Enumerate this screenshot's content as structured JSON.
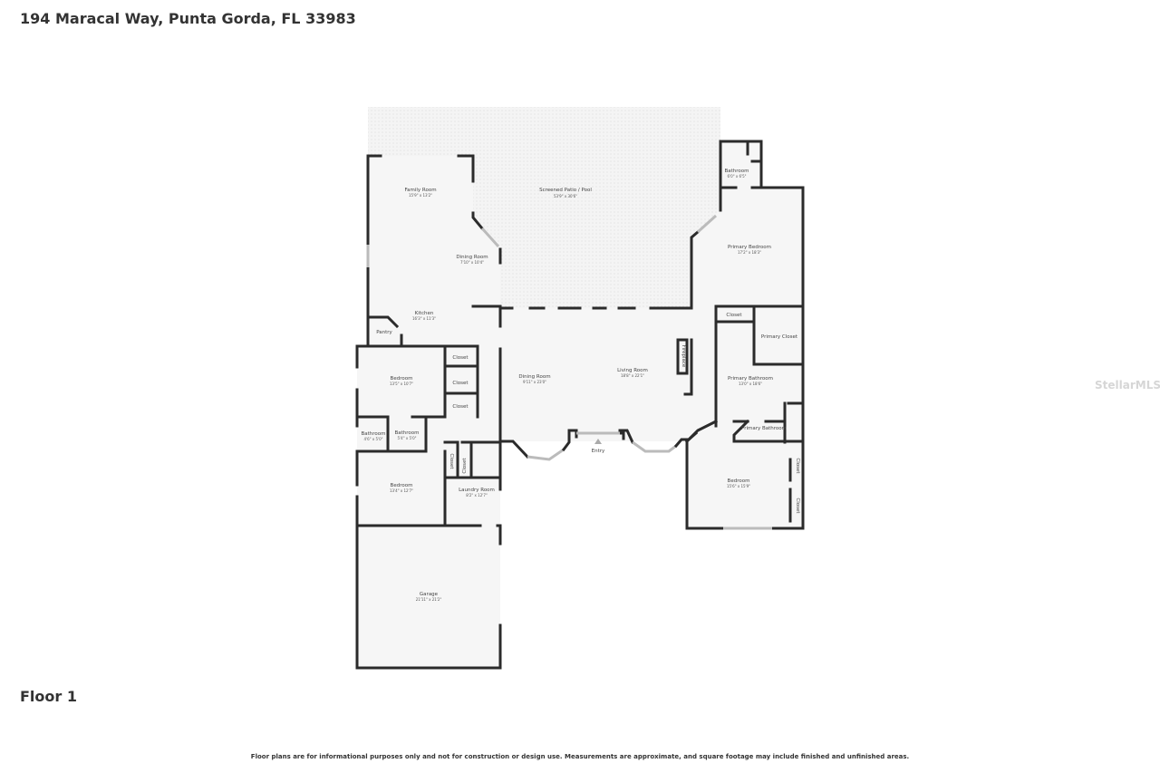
{
  "header": {
    "title": "194 Maracal Way, Punta Gorda, FL 33983"
  },
  "floor_label": "Floor 1",
  "disclaimer": "Floor plans are for informational purposes only and not for construction or design use. Measurements are approximate, and square footage may include finished and unfinished areas.",
  "watermark": "StellarMLS",
  "rooms": [
    {
      "name": "Screened Patio / Pool",
      "dims": "53'9\" x 30'6\""
    },
    {
      "name": "Family Room",
      "dims": "15'9\" x 13'2\""
    },
    {
      "name": "Dining Room",
      "dims": "7'10\" x 10'4\""
    },
    {
      "name": "Kitchen",
      "dims": "16'3\" x 11'3\""
    },
    {
      "name": "Pantry",
      "dims": ""
    },
    {
      "name": "Bathroom",
      "dims": "6'0\" x 6'5\""
    },
    {
      "name": "Primary Bedroom",
      "dims": "17'2\" x 18'3\""
    },
    {
      "name": "Closet",
      "dims": ""
    },
    {
      "name": "Primary Closet",
      "dims": ""
    },
    {
      "name": "Primary Bathroom",
      "dims": "13'0\" x 18'6\""
    },
    {
      "name": "Primary Bathroom",
      "dims": ""
    },
    {
      "name": "Fireplace",
      "dims": ""
    },
    {
      "name": "Dining Room",
      "dims": "9'11\" x 23'0\""
    },
    {
      "name": "Living Room",
      "dims": "18'8\" x 22'1\""
    },
    {
      "name": "Entry",
      "dims": ""
    },
    {
      "name": "Bedroom",
      "dims": "15'6\" x 15'9\""
    },
    {
      "name": "Bedroom",
      "dims": "13'5\" x 10'7\""
    },
    {
      "name": "Bathroom",
      "dims": "4'6\" x 5'0\""
    },
    {
      "name": "Bathroom",
      "dims": "5'4\" x 5'0\""
    },
    {
      "name": "Bedroom",
      "dims": "13'4\" x 12'7\""
    },
    {
      "name": "Laundry Room",
      "dims": "8'2\" x 12'7\""
    },
    {
      "name": "Garage",
      "dims": "21'11\" x 21'2\""
    }
  ],
  "closet_label": "Closet"
}
